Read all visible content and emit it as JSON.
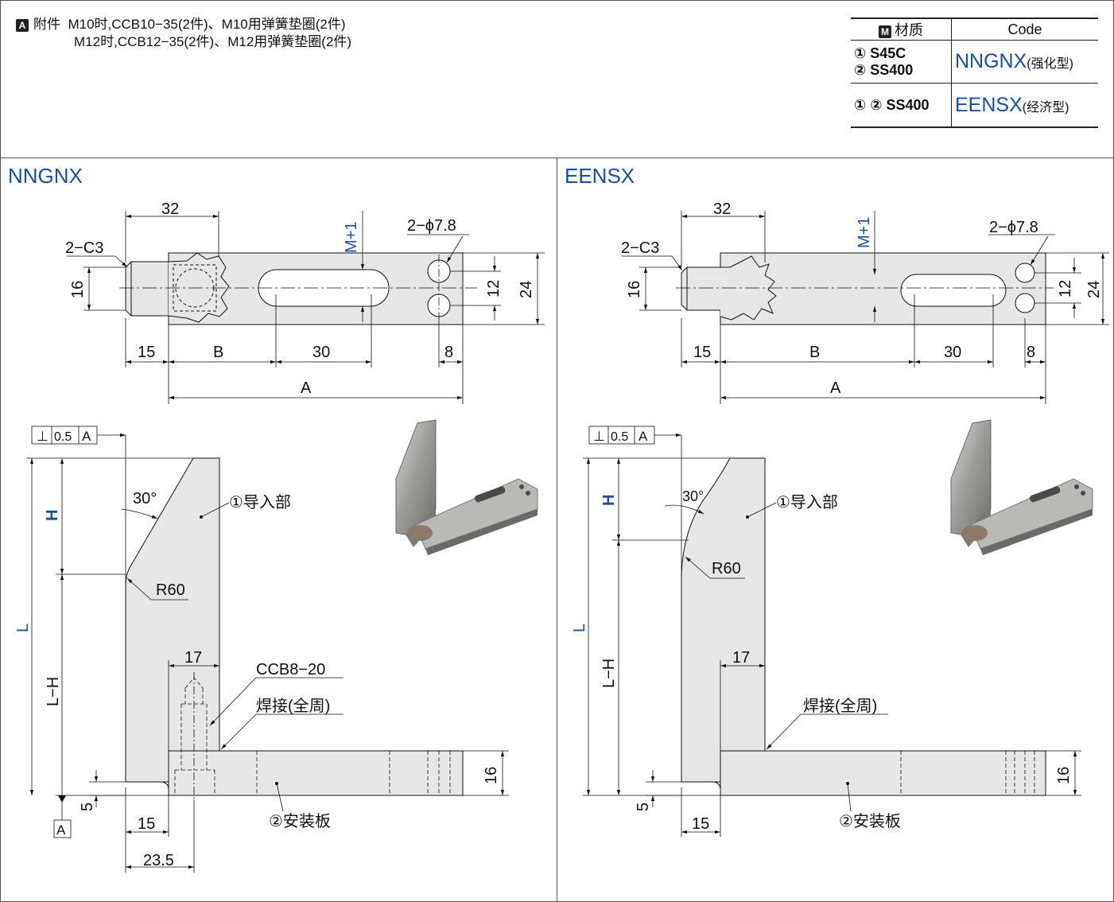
{
  "accessory": {
    "badge": "A",
    "label": "附件",
    "line1": "M10时,CCB10−35(2件)、M10用弹簧垫圈(2件)",
    "line2": "M12时,CCB12−35(2件)、M12用弹簧垫圈(2件)"
  },
  "material_table": {
    "badge": "M",
    "header_material": "材质",
    "header_code": "Code",
    "rows": [
      {
        "material_line1": "① S45C",
        "material_line2": "② SS400",
        "code": "NNGNX",
        "note": "(强化型)"
      },
      {
        "material_line1": "① ② SS400",
        "code": "EENSX",
        "note": "(经济型)"
      }
    ]
  },
  "left_panel": {
    "title": "NNGNX",
    "dims": {
      "d32": "32",
      "c3": "2−C3",
      "m1": "M+1",
      "hole": "2−ϕ7.8",
      "d16": "16",
      "d12": "12",
      "d24": "24",
      "d15": "15",
      "b": "B",
      "d30": "30",
      "d8": "8",
      "a": "A",
      "perp": "⊥",
      "tol": "0.5",
      "datum": "A",
      "h": "H",
      "l": "L",
      "lh": "L−H",
      "deg": "30°",
      "r60": "R60",
      "part1": "①导入部",
      "d17": "17",
      "ccb": "CCB8−20",
      "weld": "焊接(全周)",
      "plate16": "16",
      "d5": "5",
      "d15b": "15",
      "d235": "23.5",
      "part2": "②安装板",
      "datumA": "A"
    }
  },
  "right_panel": {
    "title": "EENSX",
    "dims": {
      "d32": "32",
      "c3": "2−C3",
      "m1": "M+1",
      "hole": "2−ϕ7.8",
      "d16": "16",
      "d12": "12",
      "d24": "24",
      "d15": "15",
      "b": "B",
      "d30": "30",
      "d8": "8",
      "a": "A",
      "perp": "⊥",
      "tol": "0.5",
      "datum": "A",
      "h": "H",
      "l": "L",
      "lh": "L−H",
      "deg": "30°",
      "r60": "R60",
      "part1": "①导入部",
      "d17": "17",
      "weld": "焊接(全周)",
      "plate16": "16",
      "d5": "5",
      "d15b": "15",
      "part2": "②安装板"
    }
  }
}
